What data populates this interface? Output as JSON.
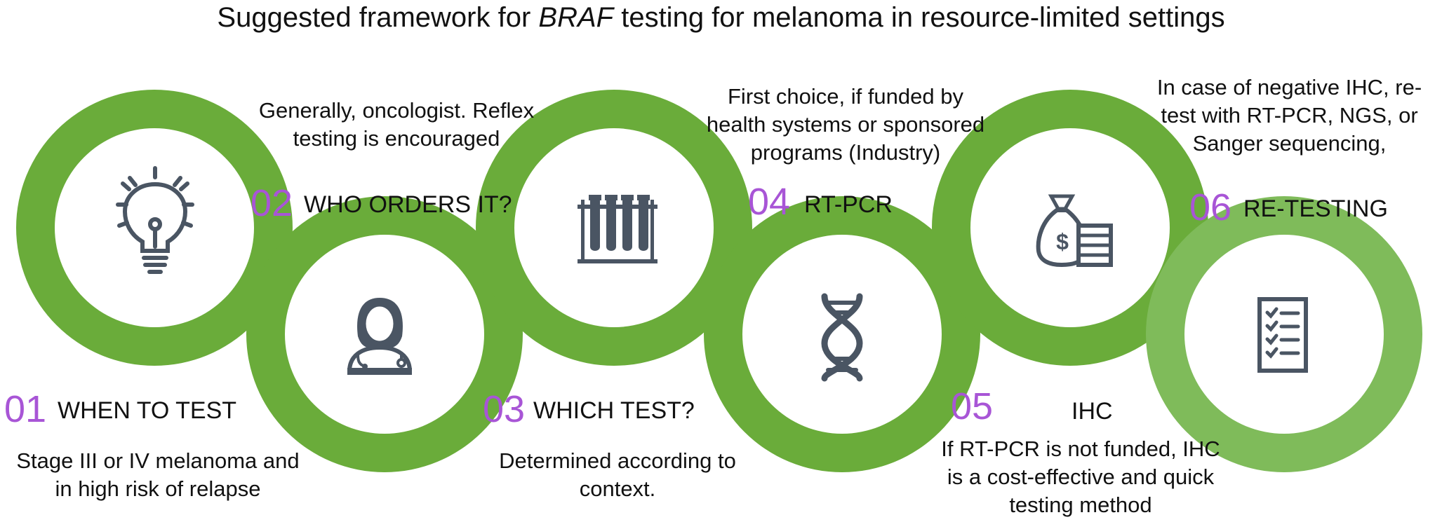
{
  "title": {
    "prefix": "Suggested framework for ",
    "emphasis": "BRAF",
    "suffix": "  testing for melanoma  in resource-limited settings"
  },
  "colors": {
    "ring_dark": "#6aac3a",
    "ring_light": "#7fbb5a",
    "icon": "#4a5563",
    "number": "#a855d6"
  },
  "steps": [
    {
      "number": "01",
      "label": "WHEN TO TEST",
      "icon": "lightbulb-icon",
      "description": [
        "Stage III or IV melanoma and",
        "in high risk of relapse"
      ]
    },
    {
      "number": "02",
      "label": "WHO ORDERS IT?",
      "icon": "doctor-icon",
      "description": [
        "Generally, oncologist. Reflex",
        "testing is encouraged"
      ]
    },
    {
      "number": "03",
      "label": "WHICH TEST?",
      "icon": "test-tubes-icon",
      "description": [
        "Determined according to",
        "context."
      ]
    },
    {
      "number": "04",
      "label": "RT-PCR",
      "icon": "dna-icon",
      "description": [
        "First choice, if funded by",
        "health systems or sponsored",
        "programs (Industry)"
      ]
    },
    {
      "number": "05",
      "label": "IHC",
      "icon": "money-bag-icon",
      "description": [
        "If RT-PCR is not funded, IHC",
        "is a cost-effective and quick",
        "testing method"
      ]
    },
    {
      "number": "06",
      "label": "RE-TESTING",
      "icon": "checklist-icon",
      "description": [
        "In case of negative IHC, re-",
        "test with RT-PCR, NGS, or",
        "Sanger sequencing,"
      ]
    }
  ]
}
